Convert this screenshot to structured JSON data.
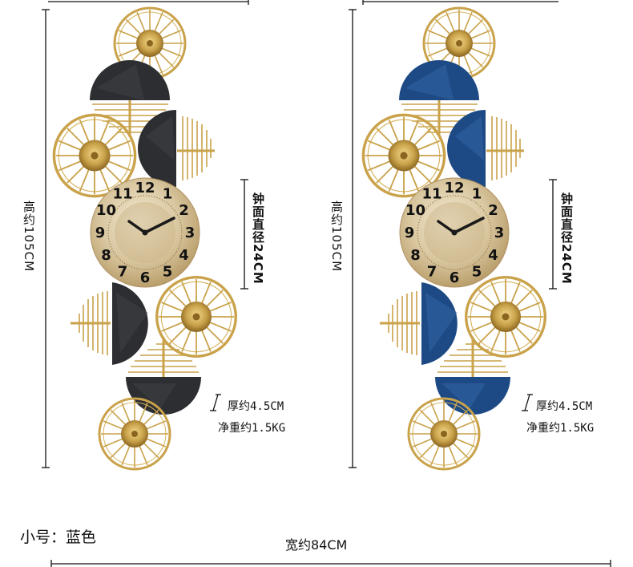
{
  "variants": [
    {
      "id": "black",
      "panel_color": "#2d2e31",
      "panel_shine": "#4a4b4f",
      "dims": {
        "height_label": "高约105CM",
        "face_label": "钟面直径24CM",
        "thickness_label": "厚约4.5CM",
        "weight_label": "净重约1.5KG"
      }
    },
    {
      "id": "blue",
      "panel_color": "#1d4a84",
      "panel_shine": "#3a6ab0",
      "dims": {
        "height_label": "高约105CM",
        "face_label": "钟面直径24CM",
        "thickness_label": "厚约4.5CM",
        "weight_label": "净重约1.5KG"
      }
    }
  ],
  "clock_numbers": [
    "12",
    "1",
    "2",
    "3",
    "4",
    "5",
    "6",
    "7",
    "8",
    "9",
    "10",
    "11"
  ],
  "colors": {
    "gold": "#c9a24a",
    "gold_dark": "#9a7326",
    "face": "#d8c8a4"
  },
  "caption": "小号：蓝色",
  "width_label": "宽约84CM"
}
